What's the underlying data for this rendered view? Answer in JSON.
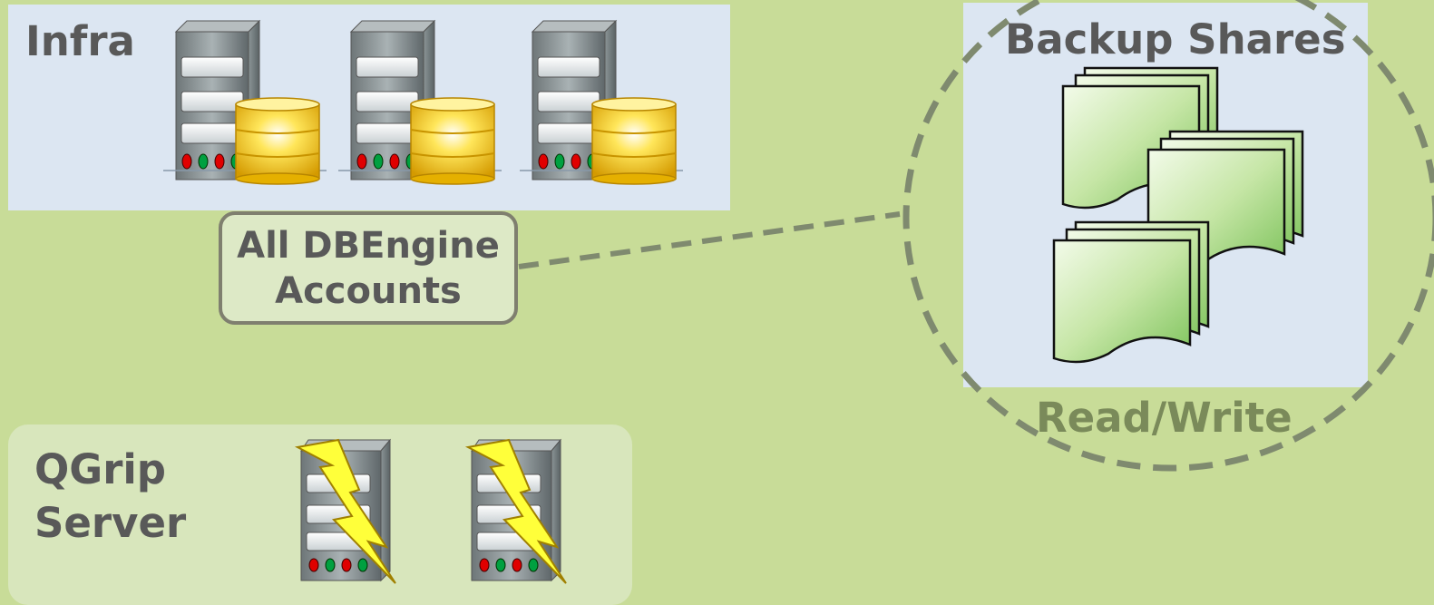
{
  "groups": {
    "infra": {
      "title": "Infra"
    },
    "backup": {
      "title": "Backup Shares",
      "access": "Read/Write"
    },
    "accounts": {
      "label": "All DBEngine\nAccounts"
    },
    "qgrip": {
      "title": "QGrip\nServer"
    }
  },
  "icons": {
    "db_servers": [
      "db-server-icon",
      "db-server-icon",
      "db-server-icon"
    ],
    "documents": [
      "document-stack-icon",
      "document-stack-icon",
      "document-stack-icon"
    ],
    "qgrip_servers": [
      "lightning-server-icon",
      "lightning-server-icon"
    ]
  },
  "colors": {
    "background": "#c8dc98",
    "panel": "#dce6f2",
    "dashed_line": "#7f8a6f",
    "text": "#595959"
  }
}
